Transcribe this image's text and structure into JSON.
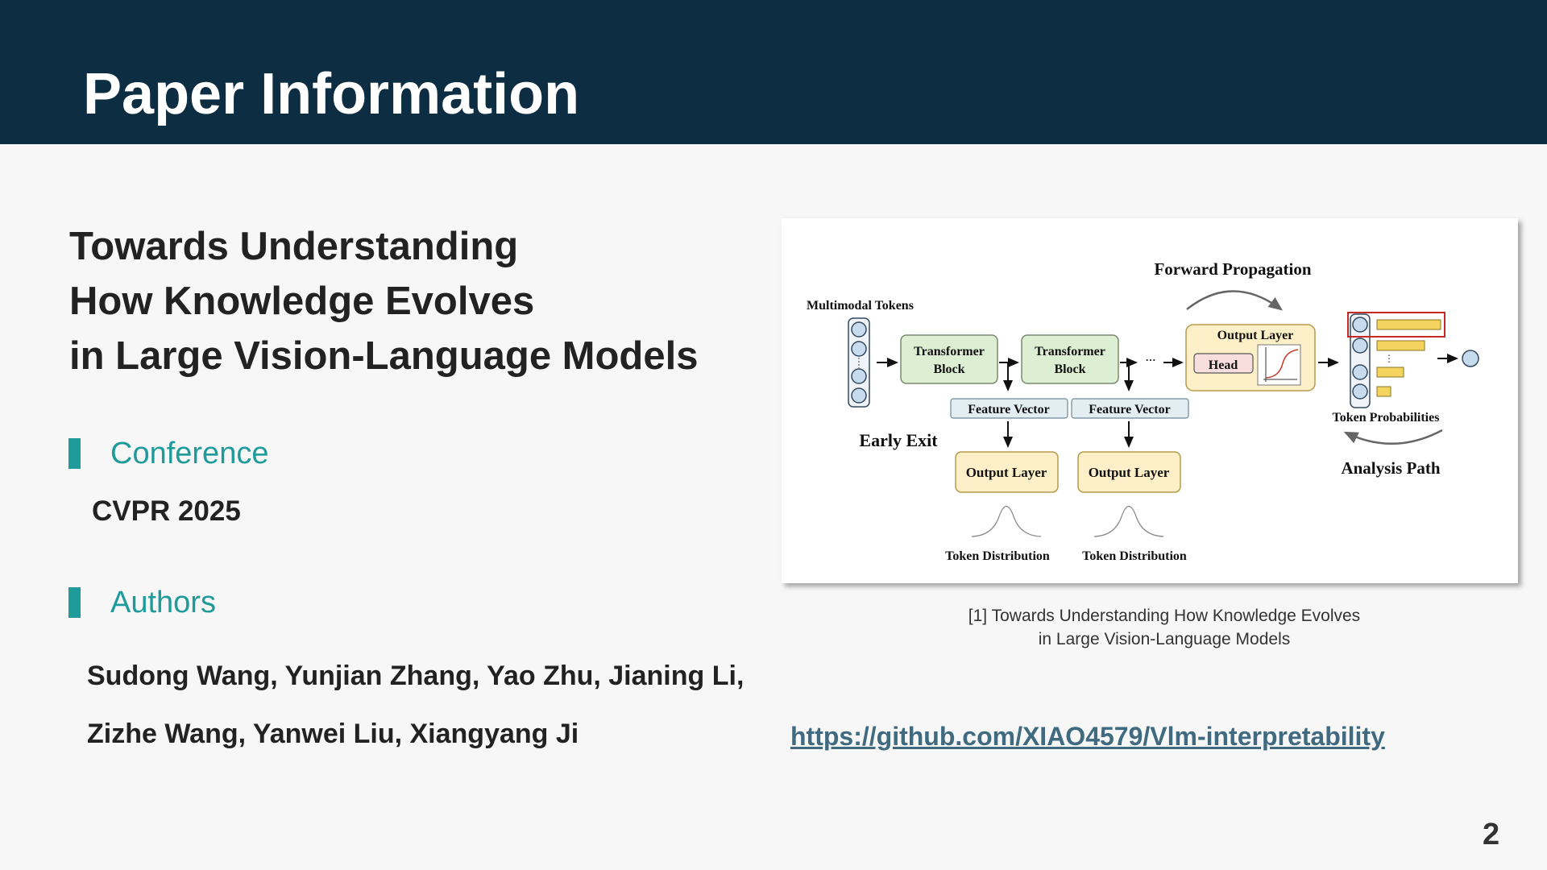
{
  "slide": {
    "title": "Paper Information",
    "page_number": "2"
  },
  "paper": {
    "title_lines": [
      "Towards Understanding",
      "How Knowledge Evolves",
      "in Large Vision-Language Models"
    ]
  },
  "conference": {
    "label": "Conference",
    "value": "CVPR 2025"
  },
  "authors": {
    "label": "Authors",
    "lines": [
      "Sudong Wang, Yunjian Zhang, Yao Zhu, Jianing Li,",
      "Zizhe Wang, Yanwei Liu, Xiangyang Ji"
    ]
  },
  "figure": {
    "labels": {
      "forward_propagation": "Forward Propagation",
      "multimodal_tokens": "Multimodal Tokens",
      "transformer_block_1_line1": "Transformer",
      "transformer_block_1_line2": "Block",
      "transformer_block_2_line1": "Transformer",
      "transformer_block_2_line2": "Block",
      "ellipsis": "···",
      "output_layer_main": "Output Layer",
      "head": "Head",
      "feature_vector_1": "Feature Vector",
      "feature_vector_2": "Feature Vector",
      "early_exit": "Early Exit",
      "output_layer_1": "Output Layer",
      "output_layer_2": "Output Layer",
      "token_distribution_1": "Token Distribution",
      "token_distribution_2": "Token Distribution",
      "token_probabilities": "Token Probabilities",
      "analysis_path": "Analysis Path"
    },
    "colors": {
      "block_green": "#dcefd3",
      "feature_blue": "#e3eef3",
      "output_yellow": "#fdf0c8",
      "head_pink": "#f9dede",
      "token_circle": "#c7dbef",
      "prob_bar": "#f4d35e",
      "highlight_red": "#c62828"
    },
    "caption_lines": [
      "[1] Towards Understanding How Knowledge Evolves",
      "in Large Vision-Language Models"
    ]
  },
  "link": {
    "url_text": "https://github.com/XIAO4579/Vlm-interpretability"
  },
  "colors": {
    "header_bg": "#0c2d42",
    "accent_teal": "#1f9b9b",
    "link": "#3f6a80"
  }
}
